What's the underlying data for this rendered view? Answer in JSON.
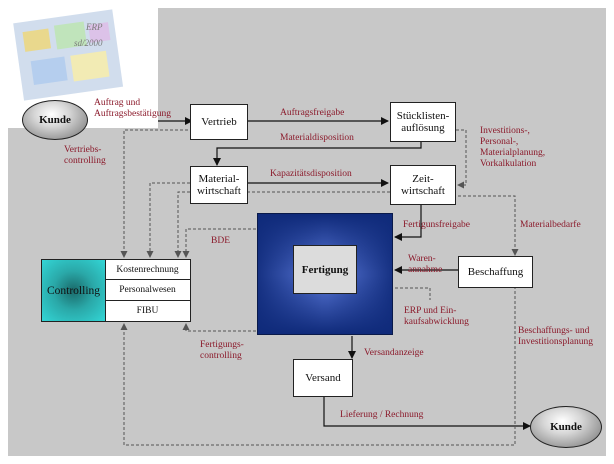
{
  "boxes": {
    "vertrieb": "Vertrieb",
    "stueckliste": "Stücklisten-\nauflösung",
    "material": "Material-\nwirtschaft",
    "zeit": "Zeit-\nwirtschaft",
    "beschaffung": "Beschaffung",
    "versand": "Versand",
    "fertigung": "Fertigung"
  },
  "ellipses": {
    "kunde_top": "Kunde",
    "kunde_bottom": "Kunde"
  },
  "controlling": {
    "title": "Controlling",
    "rows": [
      "Kostenrechnung",
      "Personalwesen",
      "FIBU"
    ]
  },
  "labels": {
    "auftrag": "Auftrag  und\nAuftragsbestätigung",
    "auftragsfreigabe": "Auftragsfreigabe",
    "materialdisposition": "Materialdisposition",
    "vertriebscontrolling": "Vertriebs-\ncontrolling",
    "kapazitaetsdisposition": "Kapazitätsdisposition",
    "investitionen": "Investitions-,\nPersonal-,\nMaterialplanung,\nVorkalkulation",
    "fertigungsfreigabe": "Fertigunsfreigabe",
    "materialbedarfe": "Materialbedarfe",
    "bde": "BDE",
    "warenannahme": "Waren-\nannahme",
    "erp": "ERP und Ein-\nkaufsabwicklung",
    "beschaffungsplanung": "Beschaffungs- und\nInvestitionsplanung",
    "fertigungscontrolling": "Fertigungs-\ncontrolling",
    "versandanzeige": "Versandanzeige",
    "lieferung": "Lieferung / Rechnung"
  },
  "logo": {
    "line1": "ERP",
    "line2": "sd/2000"
  },
  "colors": {
    "label": "#8b1a2b",
    "panel": "#c8c8c8",
    "fertigung_dark": "#0f2a7a",
    "controlling_accent": "#33d6d6"
  }
}
